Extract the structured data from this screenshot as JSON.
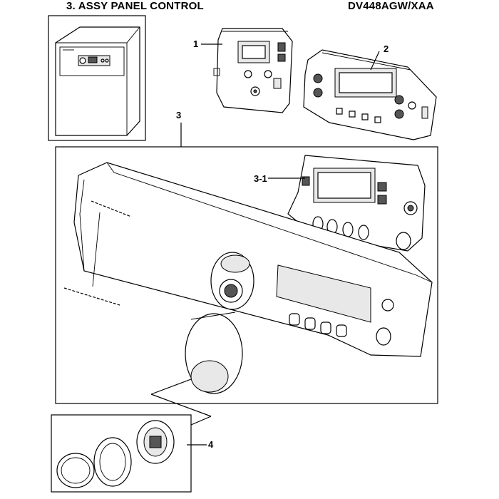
{
  "header": {
    "title": "3. ASSY PANEL CONTROL",
    "model": "DV448AGW/XAA"
  },
  "callouts": {
    "c1": "1",
    "c2": "2",
    "c3": "3",
    "c3_1": "3-1",
    "c4": "4"
  }
}
